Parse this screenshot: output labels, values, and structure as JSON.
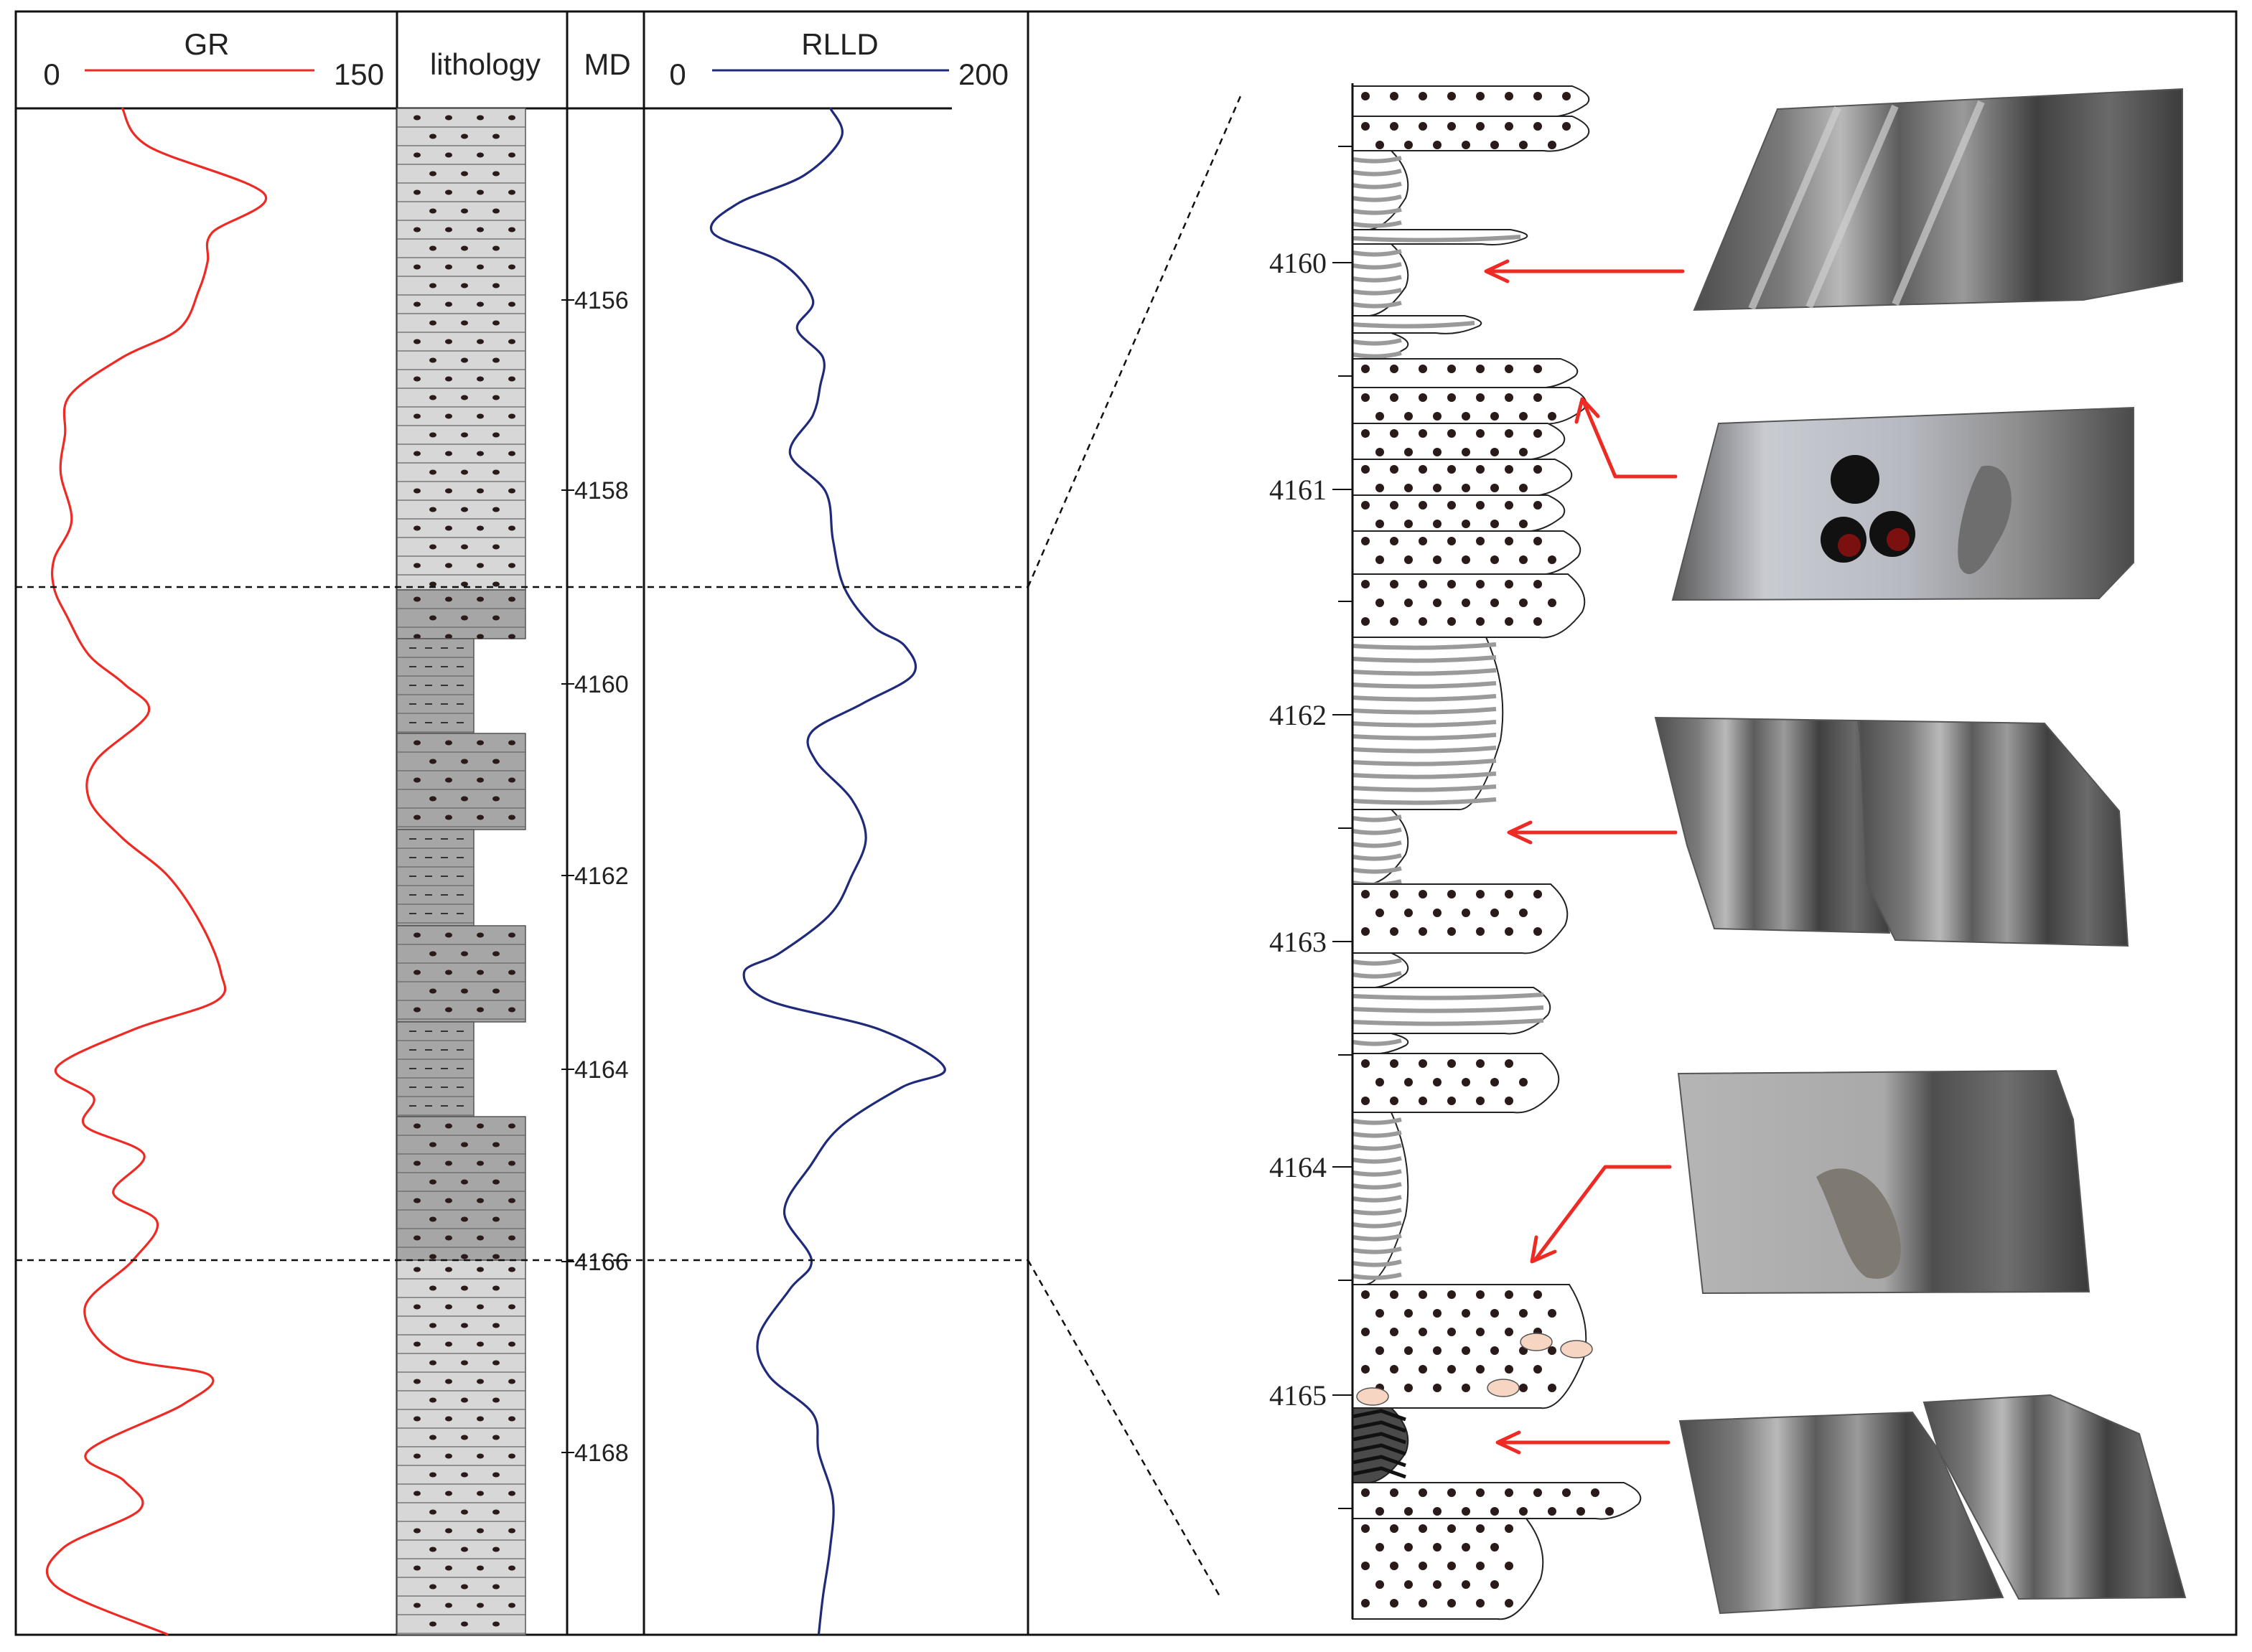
{
  "tracks": {
    "gr": {
      "title": "GR",
      "min": "0",
      "max": "150",
      "color": "#ee2a24"
    },
    "lithology": {
      "title": "lithology"
    },
    "md": {
      "title": "MD",
      "ticks": [
        "4156",
        "4158",
        "4160",
        "4162",
        "4164",
        "4166",
        "4168"
      ]
    },
    "rlld": {
      "title": "RLLD",
      "min": "0",
      "max": "200",
      "color": "#1f2a7a"
    }
  },
  "core_column": {
    "depth_labels": [
      "4160",
      "4161",
      "4162",
      "4163",
      "4164",
      "4165"
    ],
    "arrow_color": "#ee2a24",
    "sample_count": 5
  },
  "colors": {
    "sandstone_light": "#d7d7d7",
    "mudstone_dark": "#a6a6a6",
    "dot": "#2a1a1a",
    "boundary_line": "#111111"
  },
  "chart_data": [
    {
      "type": "line",
      "name": "GR",
      "xlim": [
        0,
        150
      ],
      "ylim": [
        4154.0,
        4170.0
      ],
      "y": [
        4154.0,
        4154.4,
        4154.9,
        4155.3,
        4155.6,
        4155.9,
        4156.3,
        4156.6,
        4157.0,
        4157.4,
        4157.8,
        4158.3,
        4158.7,
        4159.0,
        4159.3,
        4159.7,
        4160.0,
        4160.3,
        4160.8,
        4161.2,
        4161.6,
        4162.0,
        4162.5,
        4163.0,
        4163.3,
        4163.6,
        4164.0,
        4164.3,
        4164.6,
        4164.9,
        4165.3,
        4165.6,
        4166.0,
        4166.5,
        4167.0,
        4167.2,
        4167.5,
        4168.0,
        4168.3,
        4168.6,
        4169.0,
        4169.4,
        4169.9
      ],
      "x": [
        36,
        48,
        101,
        77,
        75,
        71,
        62,
        36,
        12,
        10,
        8,
        13,
        5,
        5,
        11,
        21,
        37,
        48,
        24,
        21,
        36,
        57,
        72,
        81,
        79,
        41,
        6,
        23,
        19,
        46,
        32,
        52,
        41,
        19,
        35,
        76,
        64,
        20,
        37,
        44,
        9,
        6,
        57
      ]
    },
    {
      "type": "line",
      "name": "RLLD",
      "xlim": [
        0,
        200
      ],
      "ylim": [
        4154.0,
        4170.0
      ],
      "y": [
        4154.0,
        4154.3,
        4154.7,
        4155.0,
        4155.3,
        4155.6,
        4156.0,
        4156.3,
        4156.6,
        4156.9,
        4157.2,
        4157.6,
        4158.0,
        4158.5,
        4159.0,
        4159.4,
        4159.6,
        4159.9,
        4160.2,
        4160.5,
        4160.8,
        4161.2,
        4161.6,
        4162.0,
        4162.4,
        4162.8,
        4163.0,
        4163.3,
        4163.6,
        4164.0,
        4164.2,
        4164.6,
        4165.0,
        4165.5,
        4166.0,
        4166.3,
        4166.8,
        4167.2,
        4167.6,
        4168.0,
        4168.5,
        4169.0,
        4169.5,
        4169.9
      ],
      "x": [
        130,
        138,
        112,
        65,
        48,
        95,
        118,
        107,
        125,
        123,
        118,
        102,
        127,
        132,
        140,
        160,
        182,
        188,
        153,
        117,
        120,
        145,
        155,
        145,
        130,
        95,
        70,
        88,
        165,
        210,
        180,
        138,
        117,
        98,
        117,
        102,
        80,
        87,
        118,
        122,
        132,
        130,
        125,
        122
      ]
    }
  ]
}
